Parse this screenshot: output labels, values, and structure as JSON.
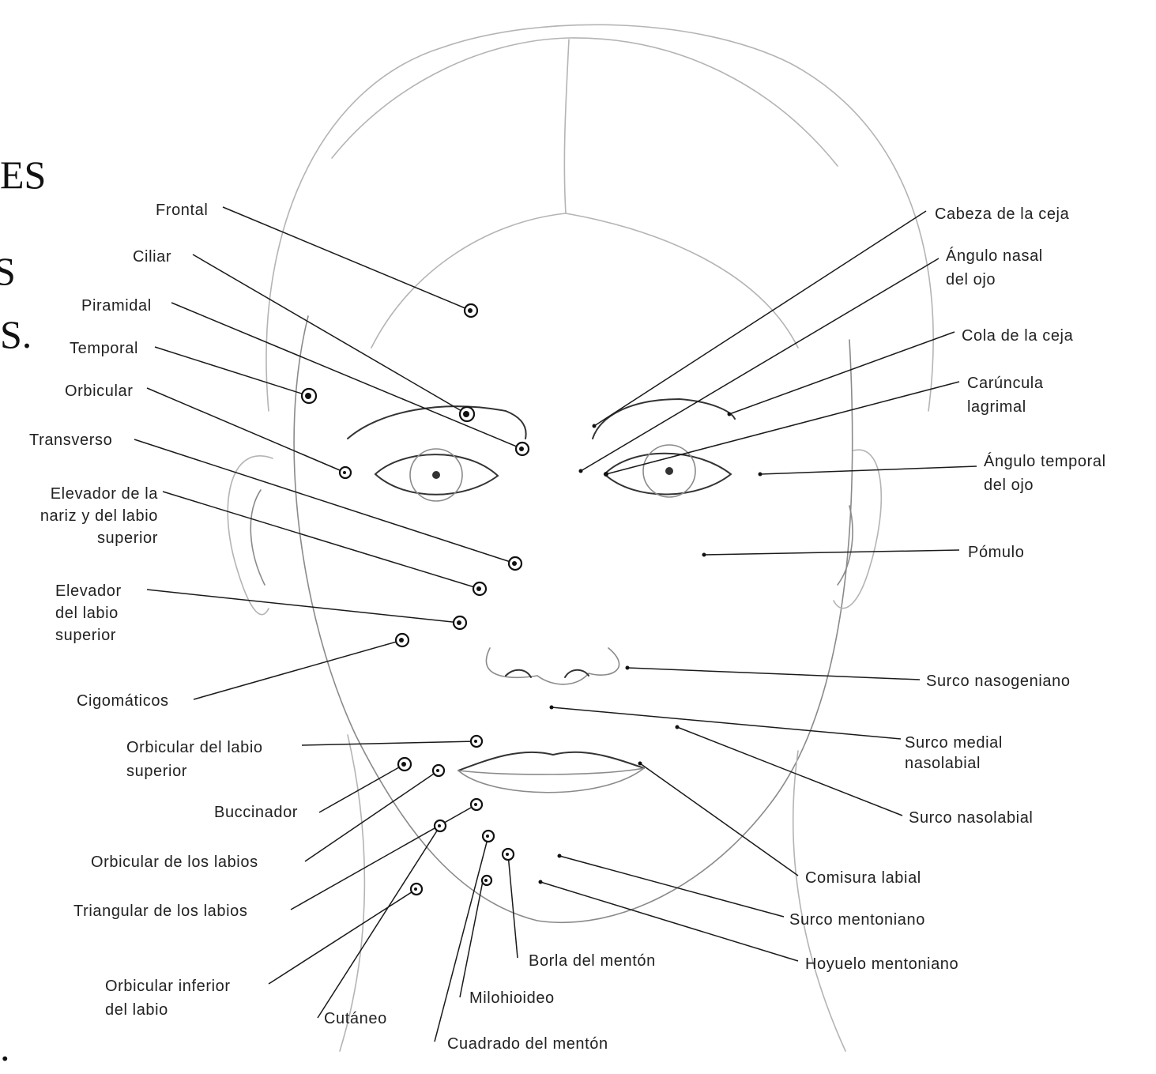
{
  "edge_text": [
    "ES",
    "S",
    "S.",
    "."
  ],
  "labels": {
    "frontal": [
      "Frontal"
    ],
    "ciliar": [
      "Ciliar"
    ],
    "piramidal": [
      "Piramidal"
    ],
    "temporal": [
      "Temporal"
    ],
    "orbicular": [
      "Orbicular"
    ],
    "transverso": [
      "Transverso"
    ],
    "elevador_nariz": [
      "Elevador de la",
      "nariz y del labio",
      "superior"
    ],
    "elevador_labio": [
      "Elevador",
      "del labio",
      "superior"
    ],
    "cigomaticos": [
      "Cigomáticos"
    ],
    "orbicular_labio_sup": [
      "Orbicular del labio",
      "superior"
    ],
    "buccinador": [
      "Buccinador"
    ],
    "orbicular_labios": [
      "Orbicular de los labios"
    ],
    "triangular_labios": [
      "Triangular de los labios"
    ],
    "orbicular_inferior": [
      "Orbicular inferior",
      "del labio"
    ],
    "cutaneo": [
      "Cutáneo"
    ],
    "cuadrado_menton": [
      "Cuadrado del mentón"
    ],
    "milohioideo": [
      "Milohioideo"
    ],
    "borla_menton": [
      "Borla del mentón"
    ],
    "cabeza_ceja": [
      "Cabeza de la ceja"
    ],
    "angulo_nasal": [
      "Ángulo nasal",
      "del ojo"
    ],
    "cola_ceja": [
      "Cola de la ceja"
    ],
    "caruncula": [
      "Carúncula",
      "lagrimal"
    ],
    "angulo_temporal": [
      "Ángulo temporal",
      "del ojo"
    ],
    "pomulo": [
      "Pómulo"
    ],
    "surco_nasogeniano": [
      "Surco nasogeniano"
    ],
    "surco_medial": [
      "Surco medial",
      "nasolabial"
    ],
    "surco_nasolabial": [
      "Surco nasolabial"
    ],
    "comisura": [
      "Comisura labial"
    ],
    "surco_mentoniano": [
      "Surco mentoniano"
    ],
    "hoyuelo": [
      "Hoyuelo mentoniano"
    ]
  }
}
